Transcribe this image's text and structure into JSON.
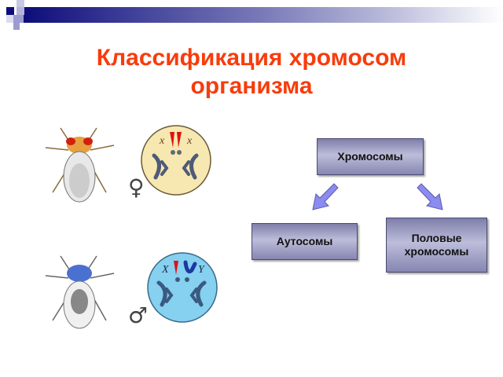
{
  "header": {
    "decor": "slide-header-gradient-bar"
  },
  "title": {
    "line1": "Классификация хромосом",
    "line2": "организма",
    "color": "#f83c0c"
  },
  "diagram": {
    "root": {
      "label": "Хромосомы"
    },
    "children": [
      {
        "label": "Аутосомы"
      },
      {
        "label_line1": "Половые",
        "label_line2": "хромосомы"
      }
    ],
    "arrow_color": "#8c8cf0"
  },
  "illustrations": {
    "female": {
      "fly": "female-fruit-fly",
      "sex_symbol": "♀",
      "cell_color": "#f6e8b0",
      "chromosome_labels": [
        "X",
        "X"
      ]
    },
    "male": {
      "fly": "male-fruit-fly",
      "sex_symbol": "♂",
      "cell_color": "#86d0f0",
      "chromosome_labels": [
        "X",
        "Y"
      ]
    }
  }
}
